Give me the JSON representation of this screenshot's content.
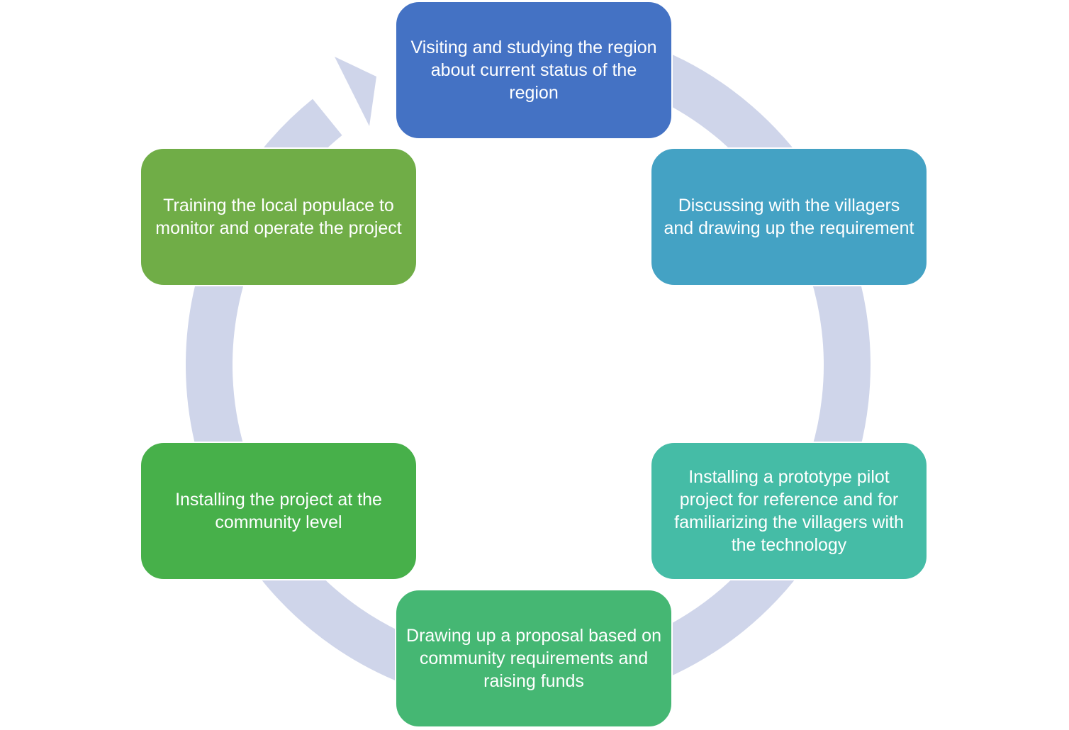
{
  "diagram": {
    "type": "cycle",
    "direction": "clockwise",
    "ring_color": "#CFD5EA",
    "steps": [
      {
        "label": "Visiting and studying the region about current status of the region",
        "color": "#4472C4"
      },
      {
        "label": "Discussing with the villagers and drawing up the requirement",
        "color": "#44A2C4"
      },
      {
        "label": "Installing a prototype pilot project for reference and for familiarizing the villagers with the technology",
        "color": "#45BCA6"
      },
      {
        "label": "Drawing up a proposal based on community requirements and raising funds",
        "color": "#45B773"
      },
      {
        "label": "Installing the project at the community level",
        "color": "#47B04A"
      },
      {
        "label": "Training the local populace to monitor and operate the project",
        "color": "#70AD47"
      }
    ]
  }
}
